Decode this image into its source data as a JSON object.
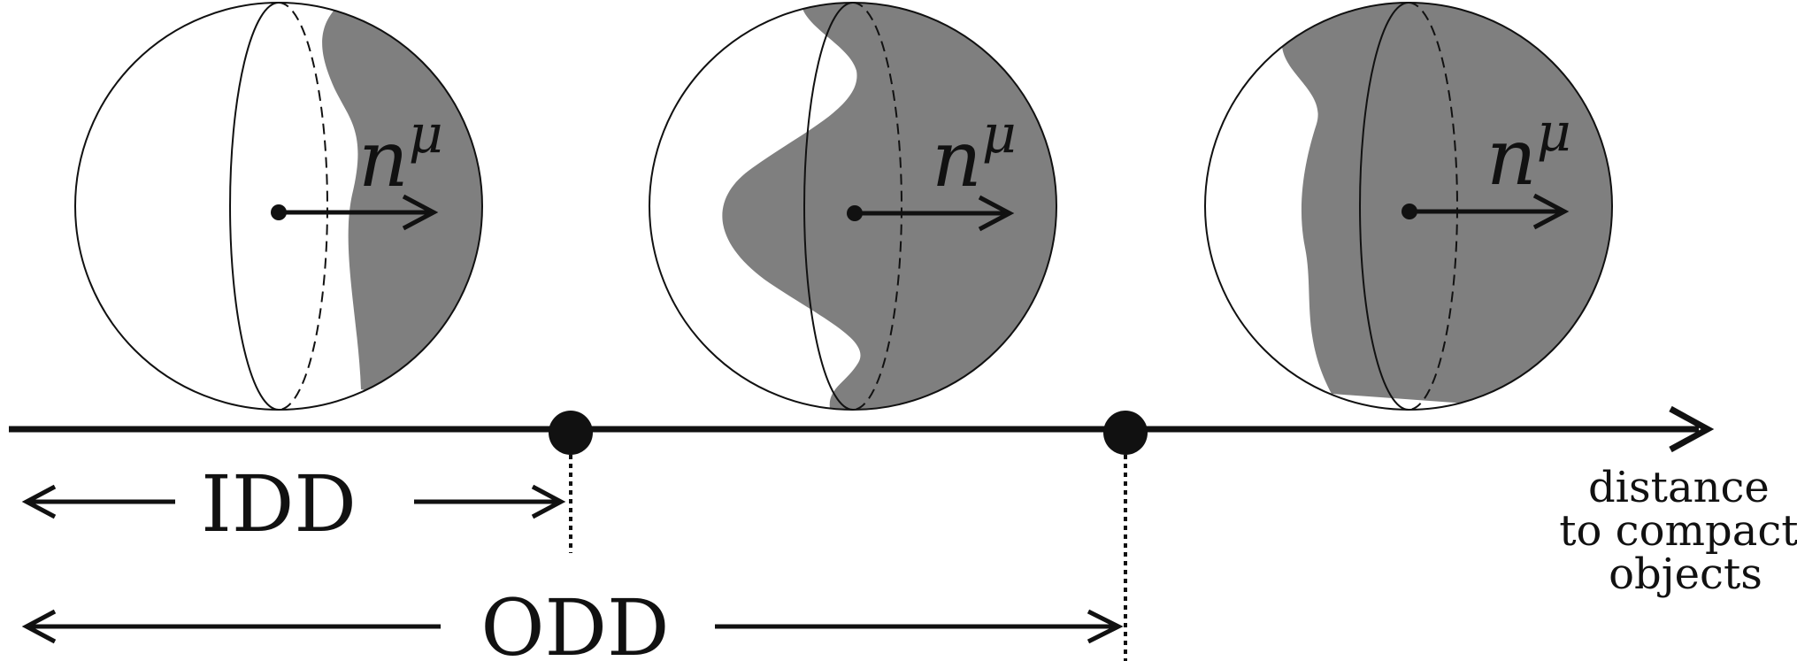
{
  "spheres": [
    {
      "label_base": "n",
      "label_sup": "μ"
    },
    {
      "label_base": "n",
      "label_sup": "μ"
    },
    {
      "label_base": "n",
      "label_sup": "μ"
    }
  ],
  "axis": {
    "label_lines": [
      "distance",
      "to compact",
      "objects"
    ]
  },
  "ranges": [
    {
      "label": "IDD"
    },
    {
      "label": "ODD"
    }
  ],
  "colors": {
    "shading": "#7f7f7f",
    "ink": "#111111"
  }
}
